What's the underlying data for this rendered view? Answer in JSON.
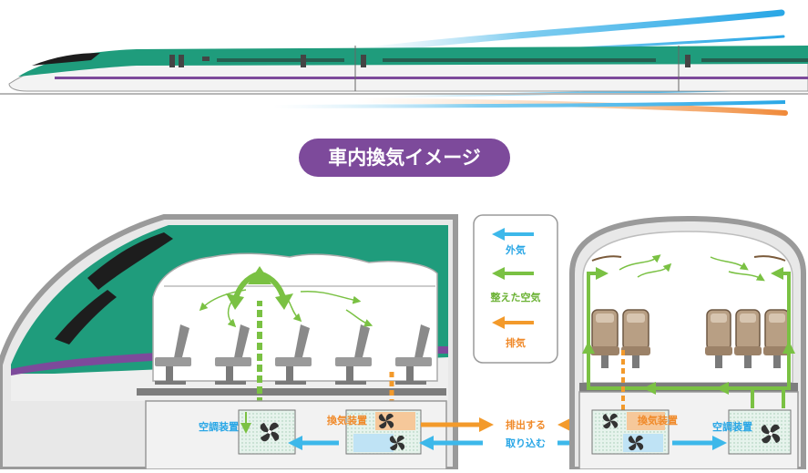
{
  "title": "車内換気イメージ",
  "legend": {
    "outside_air": "外気",
    "conditioned_air": "整えた空気",
    "exhaust": "排気"
  },
  "labels": {
    "ac_unit": "空調装置",
    "ventilation_unit": "換気装置",
    "ac_unit_right": "空調装置",
    "ventilation_unit_right": "換気装置",
    "exhaust_out": "排出する",
    "take_in": "取り込む"
  },
  "colors": {
    "outside_air": "#3db8ea",
    "conditioned_air": "#7ac143",
    "exhaust": "#f39a2b",
    "train_green": "#1f9c7c",
    "accent_purple": "#7d4a9b"
  }
}
